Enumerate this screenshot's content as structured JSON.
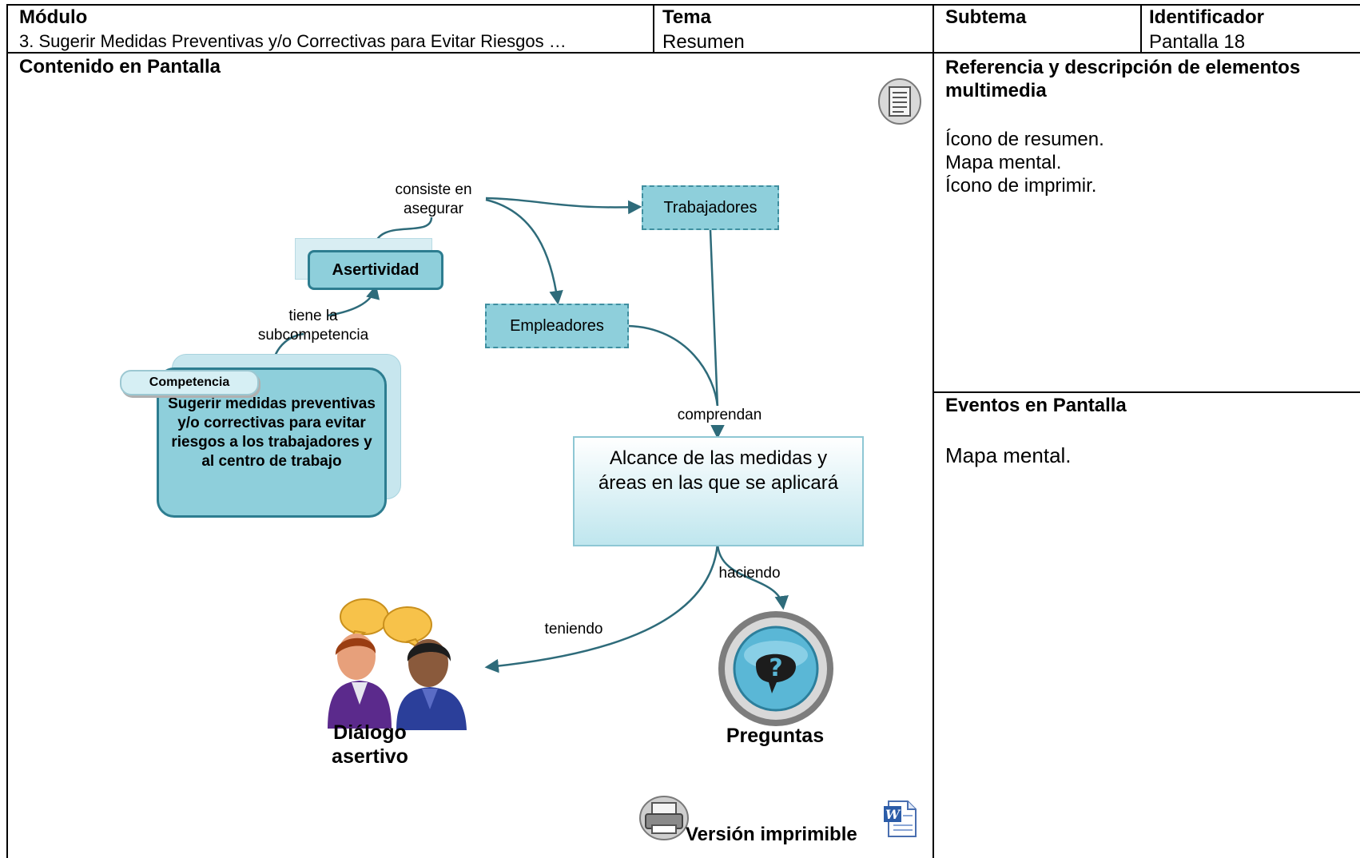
{
  "header": {
    "modulo_label": "Módulo",
    "modulo_value": "3. Sugerir Medidas Preventivas y/o Correctivas para Evitar Riesgos …",
    "tema_label": "Tema",
    "tema_value": "Resumen",
    "subtema_label": "Subtema",
    "subtema_value": "",
    "identificador_label": "Identificador",
    "identificador_value": "Pantalla 18"
  },
  "content": {
    "title": "Contenido en Pantalla"
  },
  "mindmap": {
    "label_consiste": "consiste en asegurar",
    "node_trabajadores": "Trabajadores",
    "node_asertividad": "Asertividad",
    "node_empleadores": "Empleadores",
    "label_tiene": "tiene la subcompetencia",
    "competencia_tag": "Competencia",
    "competencia_text": "Sugerir medidas preventivas y/o correctivas para evitar riesgos a los trabajadores y al centro de trabajo",
    "label_comprendan": "comprendan",
    "node_alcance": "Alcance de las medidas y áreas en las que se aplicará",
    "label_haciendo": "haciendo",
    "label_teniendo": "teniendo",
    "caption_dialogo": "Diálogo asertivo",
    "caption_preguntas": "Preguntas",
    "caption_version": "Versión imprimible"
  },
  "side": {
    "referencia_title": "Referencia y descripción de elementos multimedia",
    "referencia_items": [
      "Ícono de resumen.",
      "Mapa mental.",
      "Ícono de imprimir."
    ],
    "eventos_title": "Eventos en Pantalla",
    "eventos_text": "Mapa mental."
  },
  "colors": {
    "node_fill": "#8ecfdb",
    "node_border": "#2d7d90",
    "arrow": "#2e6b7a"
  }
}
